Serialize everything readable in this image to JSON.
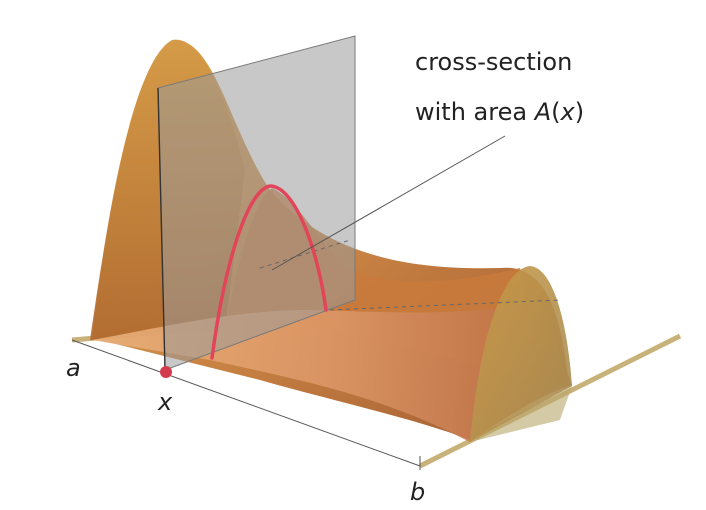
{
  "labels": {
    "a": "a",
    "b": "b",
    "x": "x",
    "callout_line1": "cross-section",
    "callout_line2_prefix": "with area ",
    "callout_func": "A",
    "callout_paren_open": "(",
    "callout_var": "x",
    "callout_paren_close": ")"
  },
  "colors": {
    "solid_top": "#d9a24a",
    "solid_side": "#b8642e",
    "solid_dark": "#8c4a22",
    "plane": "#9a9a9a",
    "cross_section": "#e2455a",
    "base_rod": "#c8b27a",
    "point": "#d23a4e",
    "axis_line": "#555555"
  }
}
